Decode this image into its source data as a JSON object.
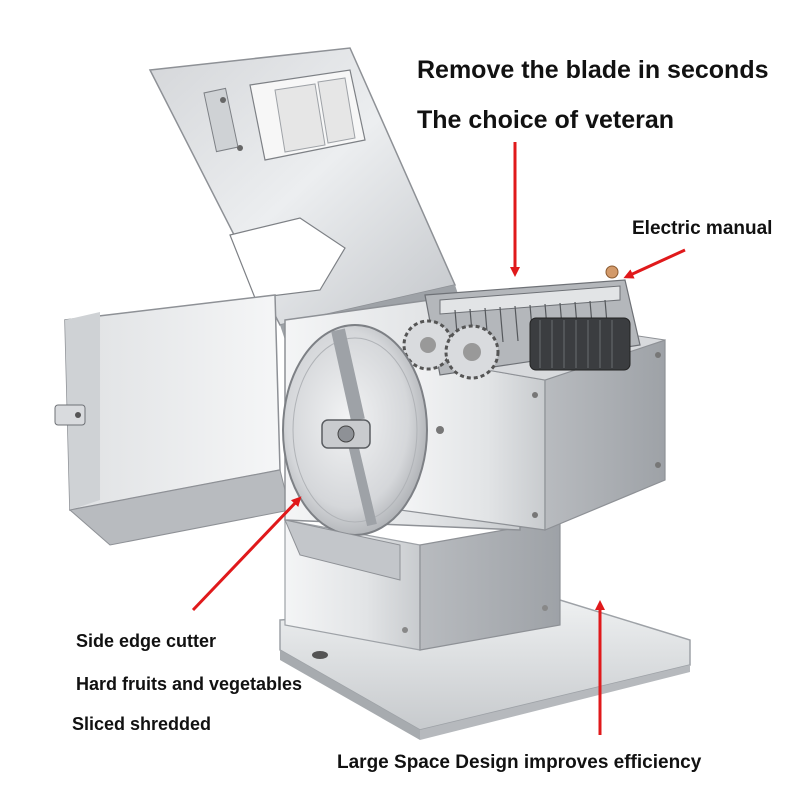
{
  "annotations": {
    "headline_1": "Remove the blade in seconds",
    "headline_2": "The choice of veteran",
    "electric_manual": "Electric manual",
    "side_cutter_1": "Side edge cutter",
    "side_cutter_2": "Hard fruits and vegetables",
    "side_cutter_3": "Sliced shredded",
    "base_caption": "Large Space Design improves efficiency"
  },
  "colors": {
    "arrow": "#e0191b",
    "steel_light": "#e6e7e9",
    "steel_mid": "#c9cbce",
    "steel_dark": "#8e9196",
    "text": "#111111"
  }
}
